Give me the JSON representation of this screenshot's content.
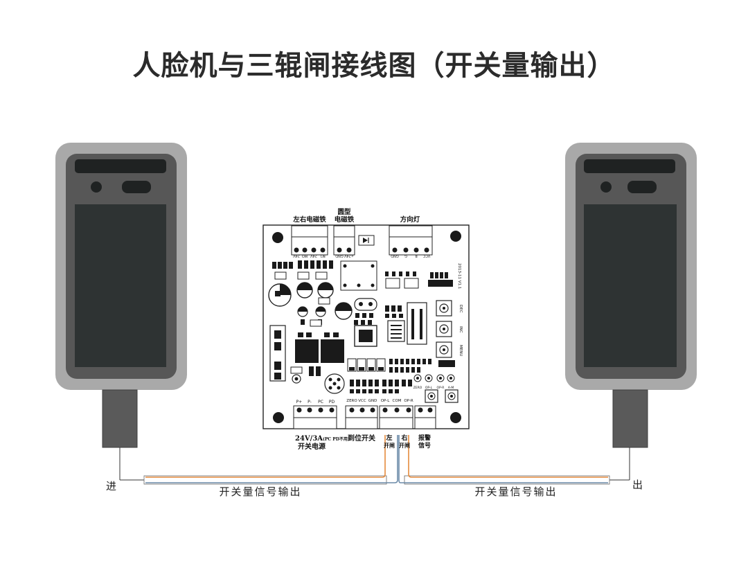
{
  "title": "人脸机与三辊闸接线图（开关量输出）",
  "board": {
    "top_connectors": {
      "left_magnet": "左右电磁铁",
      "round_magnet_line1": "圆型",
      "round_magnet_line2": "电磁铁",
      "direction_light": "方向灯"
    },
    "top_pins_left": [
      "24V",
      "MO",
      "24V",
      "M1"
    ],
    "top_pins_mid": [
      "GND",
      "+24V"
    ],
    "top_pins_right": [
      "GND",
      "G",
      "R",
      "VCC"
    ],
    "version": "2013-11 V1.1",
    "side_buttons": [
      "DEC",
      "INC",
      "MENU"
    ],
    "small_labels": [
      "ZERO",
      "OP-L",
      "OP-R",
      "A-M"
    ],
    "bottom_pins_power": [
      "P+",
      "P-",
      "PC",
      "PD"
    ],
    "bottom_pins_zero": [
      "ZERO",
      "VCC",
      "GND"
    ],
    "bottom_pins_op": [
      "OP-L",
      "COM",
      "OP-R"
    ],
    "bottom_labels": {
      "power_line1": "24V/3A",
      "power_note": "(PC PD不用)",
      "power_line2": "开关电源",
      "position_switch": "到位开关",
      "left_open_1": "左",
      "left_open_2": "开闸",
      "right_open_1": "右",
      "right_open_2": "开闸",
      "alarm_1": "报警",
      "alarm_2": "信号"
    }
  },
  "left_device": {
    "entry_label": "进"
  },
  "right_device": {
    "exit_label": "出"
  },
  "wire_labels": {
    "left": "开关量信号输出",
    "right": "开关量信号输出"
  },
  "colors": {
    "device_frame": "#a9a9a9",
    "device_inner": "#575757",
    "device_screen": "#2e3333",
    "wire_orange": "#e58a3b",
    "wire_blue": "#6b8aa8",
    "board_dark": "#1a1a1a",
    "title_text": "#2b2b2b"
  }
}
